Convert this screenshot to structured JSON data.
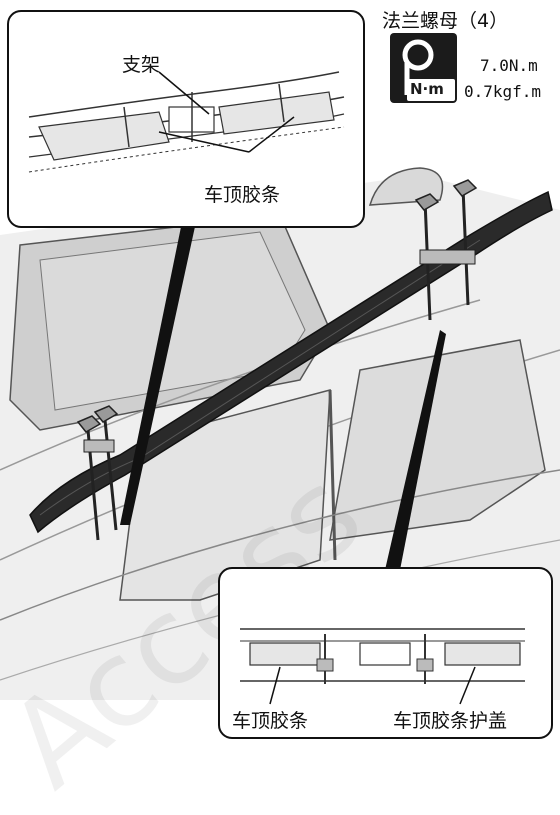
{
  "top_callout": {
    "label_bracket": "支架",
    "label_roof_molding": "车顶胶条"
  },
  "torque": {
    "title": "法兰螺母（4）",
    "icon_text": "N·m",
    "value_nm": "7.0N.m",
    "value_kgf": "0.7kgf.m"
  },
  "bottom_callout": {
    "label_roof_molding": "车顶胶条",
    "label_roof_molding_cover": "车顶胶条护盖"
  },
  "watermark": "Access",
  "colors": {
    "line": "#111111",
    "rail": "#2a2a2a",
    "badge": "#1b1b1b",
    "car_shade": "#e2e2e2",
    "glass_shade": "#c8c8c8"
  }
}
